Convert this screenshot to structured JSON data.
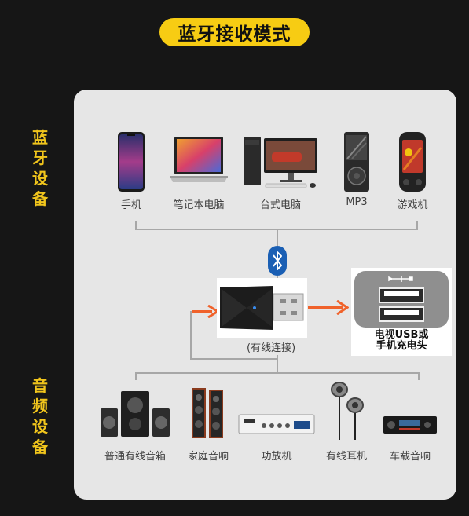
{
  "title": "蓝牙接收模式",
  "left_labels": {
    "bluetooth_devices": [
      "蓝",
      "牙",
      "设",
      "备"
    ],
    "audio_devices": [
      "音",
      "频",
      "设",
      "备"
    ]
  },
  "top_devices": [
    {
      "label": "手机",
      "icon": "smartphone-icon"
    },
    {
      "label": "笔记本电脑",
      "icon": "laptop-icon"
    },
    {
      "label": "台式电脑",
      "icon": "desktop-pc-icon"
    },
    {
      "label": "MP3",
      "icon": "mp3-player-icon"
    },
    {
      "label": "游戏机",
      "icon": "handheld-console-icon"
    }
  ],
  "bottom_devices": [
    {
      "label": "普通有线音箱",
      "icon": "pc-speakers-icon"
    },
    {
      "label": "家庭音响",
      "icon": "floor-speakers-icon"
    },
    {
      "label": "功放机",
      "icon": "amplifier-icon"
    },
    {
      "label": "有线耳机",
      "icon": "earphones-icon"
    },
    {
      "label": "车载音响",
      "icon": "car-stereo-icon"
    }
  ],
  "center": {
    "connection_label": "(有线连接)",
    "bluetooth_icon": "bluetooth-icon",
    "receiver_icon": "usb-bluetooth-receiver-icon"
  },
  "usb_power": {
    "line1": "电视USB或",
    "line2": "手机充电头",
    "icon": "usb-ports-icon"
  },
  "colors": {
    "accent_yellow": "#f7cc13",
    "label_yellow": "#f1c51c",
    "arrow_orange": "#f0622b",
    "bluetooth_blue": "#1a5fb4",
    "panel_bg": "#e6e6e6",
    "page_bg": "#161616"
  }
}
